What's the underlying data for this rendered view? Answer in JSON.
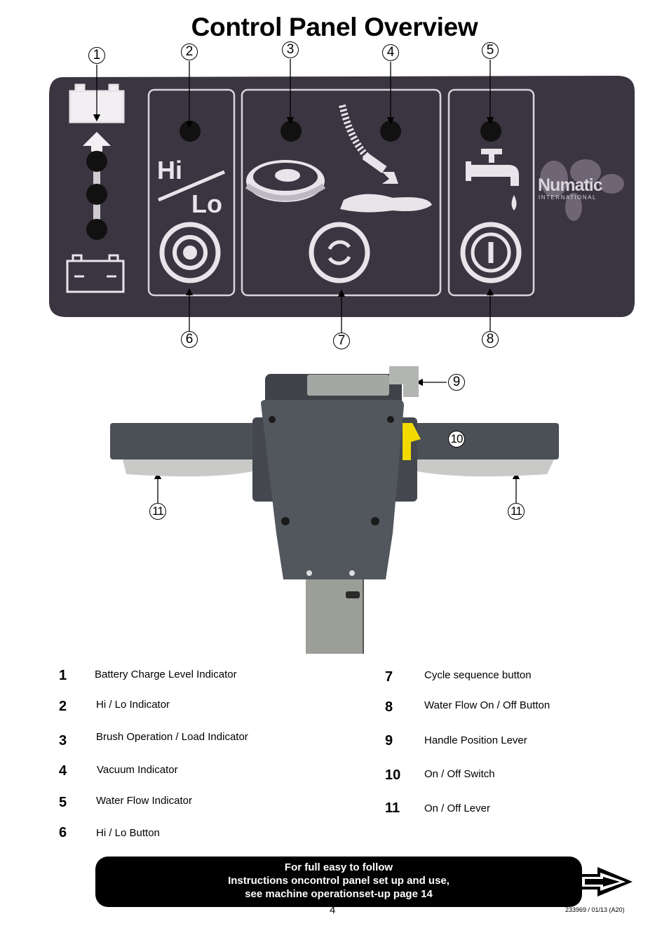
{
  "title": "Control Panel Overview",
  "brand": {
    "name": "Numatic",
    "sub": "INTERNATIONAL"
  },
  "panel": {
    "hi_label": "Hi",
    "lo_label": "Lo"
  },
  "callouts": [
    "1",
    "2",
    "3",
    "4",
    "5",
    "6",
    "7",
    "8",
    "9",
    "10",
    "11",
    "11"
  ],
  "legend_left": [
    {
      "num": "1",
      "text": "Battery Charge Level Indicator"
    },
    {
      "num": "2",
      "text": "Hi / Lo Indicator"
    },
    {
      "num": "3",
      "text": "Brush Operation / Load Indicator"
    },
    {
      "num": "4",
      "text": "Vacuum Indicator"
    },
    {
      "num": "5",
      "text": "Water Flow Indicator"
    },
    {
      "num": "6",
      "text": "Hi / Lo Button"
    }
  ],
  "legend_right": [
    {
      "num": "7",
      "text": "Cycle sequence button"
    },
    {
      "num": "8",
      "text": "Water Flow On / Off Button"
    },
    {
      "num": "9",
      "text": "Handle Position Lever"
    },
    {
      "num": "10",
      "text": "On / Off Switch"
    },
    {
      "num": "11",
      "text": "On / Off Lever"
    }
  ],
  "banner": {
    "line1": "For full easy to follow",
    "line2": "Instructions oncontrol panel set up and use,",
    "line3": "see machine operationset-up page 14"
  },
  "page_number": "4",
  "doc_ref": "233969 / 01/13 (A20)",
  "colors": {
    "panel": "#3b3542",
    "switch_yellow": "#f2d900",
    "handle_grey": "#4d5157"
  }
}
